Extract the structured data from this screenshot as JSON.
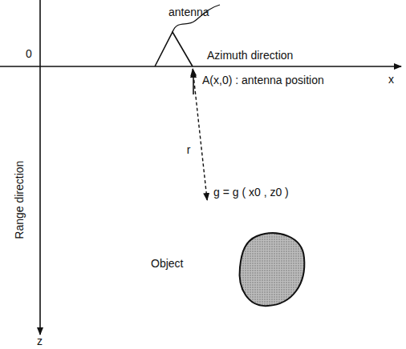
{
  "diagram": {
    "nodes": [
      {
        "text": [
          "antenna"
        ]
      },
      {
        "text": [
          "Object"
        ]
      }
    ],
    "edges": [
      {
        "from": 0,
        "to": 1,
        "arrow": "both",
        "label": "r"
      }
    ],
    "labels": [
      "0",
      "Azimuth direction",
      "x",
      "A(x,0) : antenna position",
      "Range direction",
      "z",
      "g = g ( x0 , z0 )"
    ]
  }
}
